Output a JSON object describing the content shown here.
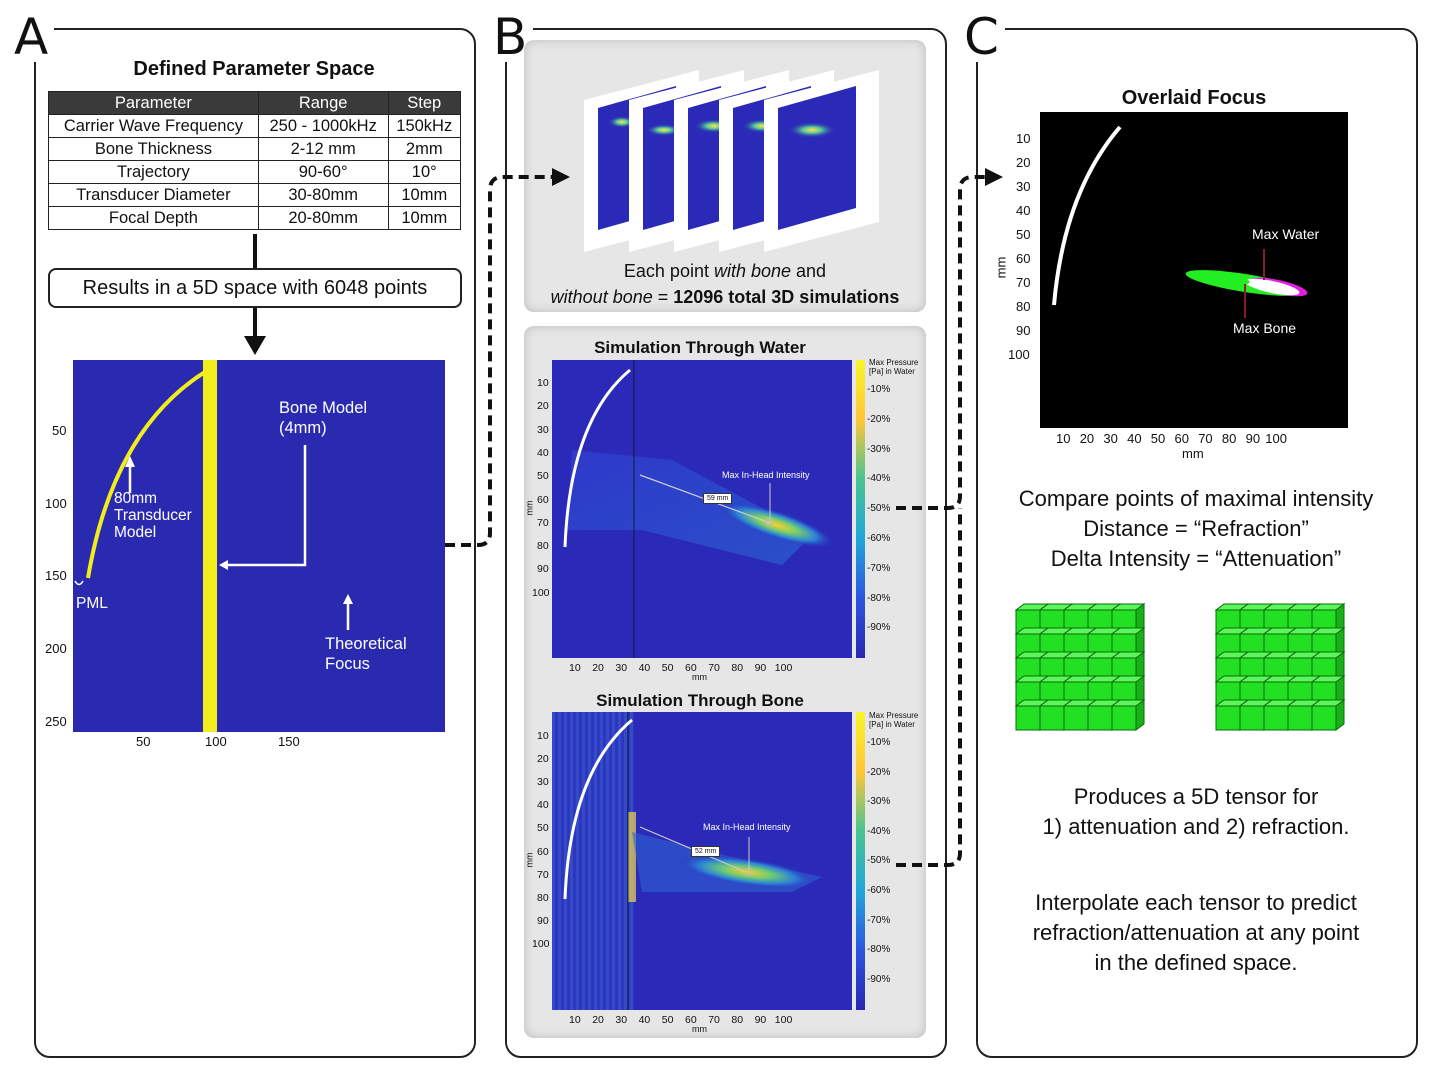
{
  "panels": {
    "a": "A",
    "b": "B",
    "c": "C"
  },
  "panel_a": {
    "title": "Defined Parameter Space",
    "table": {
      "headers": [
        "Parameter",
        "Range",
        "Step"
      ],
      "rows": [
        [
          "Carrier Wave Frequency",
          "250 - 1000kHz",
          "150kHz"
        ],
        [
          "Bone Thickness",
          "2-12 mm",
          "2mm"
        ],
        [
          "Trajectory",
          "90-60°",
          "10°"
        ],
        [
          "Transducer Diameter",
          "30-80mm",
          "10mm"
        ],
        [
          "Focal Depth",
          "20-80mm",
          "10mm"
        ]
      ]
    },
    "result_text": "Results in a 5D space with 6048 points",
    "model": {
      "y_ticks": [
        "50",
        "100",
        "150",
        "200",
        "250"
      ],
      "x_ticks": [
        "50",
        "100",
        "150"
      ],
      "bone_label": [
        "Bone Model",
        "(4mm)"
      ],
      "transducer_label": [
        "80mm",
        "Transducer",
        "Model"
      ],
      "pml_label": "PML",
      "focus_label": [
        "Theoretical",
        "Focus"
      ],
      "colors": {
        "background": "#2a2ab0",
        "bone": "#f2ee1c",
        "transducer": "#f2ee1c"
      }
    }
  },
  "panel_b": {
    "sim_caption": {
      "line1_pre": "Each point ",
      "line1_em": "with bone",
      "line1_post": " and",
      "line2_em": "without bone",
      "line2_mid": " = ",
      "line2_bold": "12096 total 3D simulations"
    },
    "water": {
      "title": "Simulation Through Water",
      "y_ticks": [
        "10",
        "20",
        "30",
        "40",
        "50",
        "60",
        "70",
        "80",
        "90",
        "100"
      ],
      "x_ticks": [
        "10",
        "20",
        "30",
        "40",
        "50",
        "60",
        "70",
        "80",
        "90",
        "100"
      ],
      "axis_label": "mm",
      "annotation": "Max In-Head Intensity",
      "distance": "59 mm",
      "colorbar_title": [
        "Max Pressure",
        "[Pa] in Water"
      ],
      "colorbar_ticks": [
        "-10%",
        "-20%",
        "-30%",
        "-40%",
        "-50%",
        "-60%",
        "-70%",
        "-80%",
        "-90%"
      ]
    },
    "bone": {
      "title": "Simulation Through Bone",
      "y_ticks": [
        "10",
        "20",
        "30",
        "40",
        "50",
        "60",
        "70",
        "80",
        "90",
        "100"
      ],
      "x_ticks": [
        "10",
        "20",
        "30",
        "40",
        "50",
        "60",
        "70",
        "80",
        "90",
        "100"
      ],
      "axis_label": "mm",
      "annotation": "Max In-Head Intensity",
      "distance": "52 mm",
      "colorbar_title": [
        "Max Pressure",
        "[Pa] in Water"
      ],
      "colorbar_ticks": [
        "-10%",
        "-20%",
        "-30%",
        "-40%",
        "-50%",
        "-60%",
        "-70%",
        "-80%",
        "-90%"
      ]
    }
  },
  "panel_c": {
    "title": "Overlaid Focus",
    "y_ticks": [
      "10",
      "20",
      "30",
      "40",
      "50",
      "60",
      "70",
      "80",
      "90",
      "100"
    ],
    "x_ticks": [
      "10",
      "20",
      "30",
      "40",
      "50",
      "60",
      "70",
      "80",
      "90",
      "100"
    ],
    "xlabel": "mm",
    "ylabel": "mm",
    "max_water": "Max Water",
    "max_bone": "Max Bone",
    "compare_lines": [
      "Compare points of maximal intensity",
      "Distance = “Refraction”",
      "Delta Intensity = “Attenuation”"
    ],
    "tensor_lines": [
      "Produces a 5D tensor for",
      "1) attenuation and 2) refraction."
    ],
    "interp_lines": [
      "Interpolate each tensor to predict",
      "refraction/attenuation at any point",
      "in the defined space."
    ],
    "colors": {
      "cube": "#22e022",
      "water_focus": "#22ee22",
      "bone_focus_overlap": "#ffffff",
      "magenta": "#e020e0",
      "marker": "#8b1a2a"
    }
  }
}
